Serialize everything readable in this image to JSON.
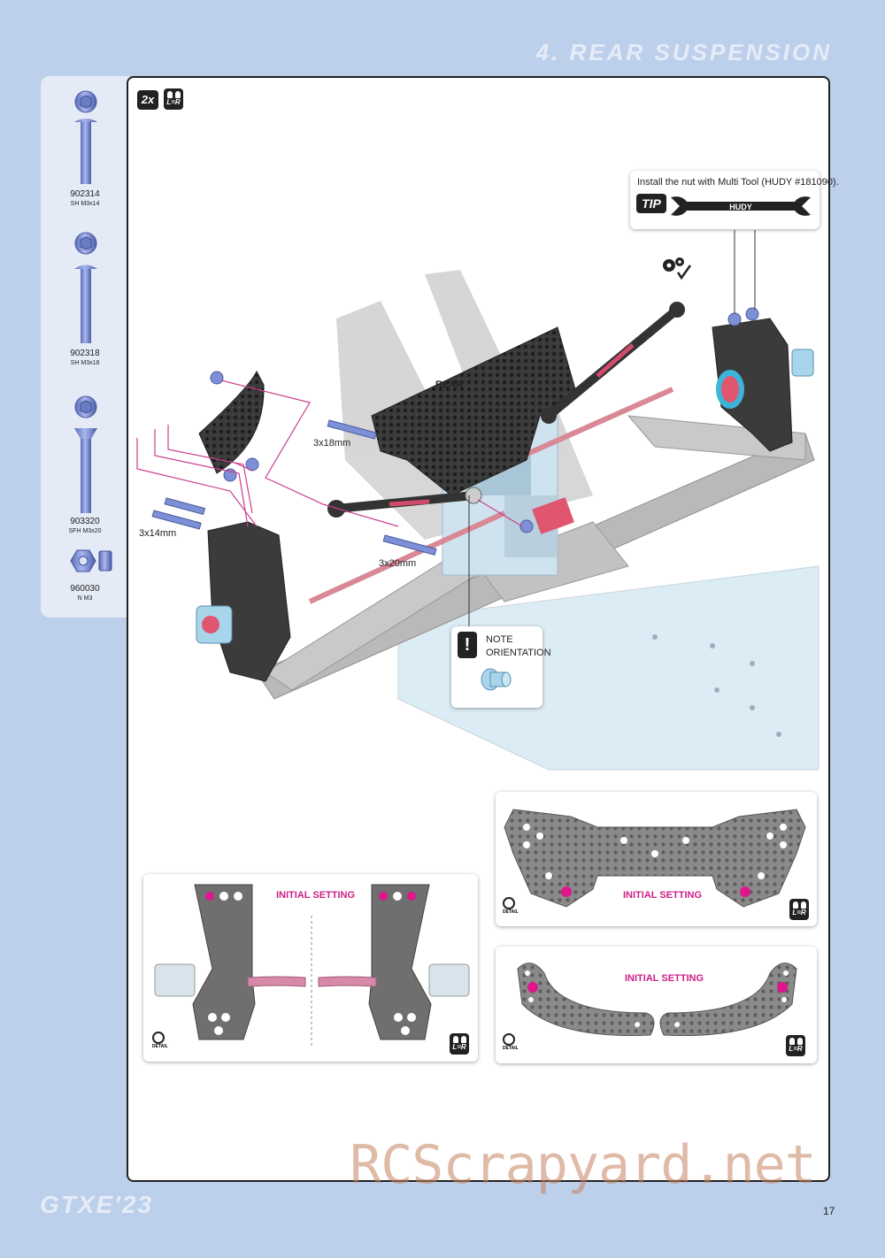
{
  "header": {
    "section_title": "4. REAR SUSPENSION"
  },
  "parts": [
    {
      "code": "902314",
      "desc": "SH M3x14"
    },
    {
      "code": "902318",
      "desc": "SH M3x18"
    },
    {
      "code": "903320",
      "desc": "SFH M3x20"
    },
    {
      "code": "960030",
      "desc": "N M3"
    }
  ],
  "step": {
    "quantity_badge": "2x",
    "lr_badge": "L=R"
  },
  "tip": {
    "label": "TIP",
    "text": "Install the nut with Multi Tool (HUDY #181090).",
    "tool_brand": "HUDY"
  },
  "diagram": {
    "rear_label": "REAR",
    "screw_labels": [
      "3x18mm",
      "3x14mm",
      "3x20mm"
    ]
  },
  "note": {
    "line1": "NOTE",
    "line2": "ORIENTATION"
  },
  "details": {
    "initial_setting": "INITIAL SETTING",
    "detail_label": "DETAIL",
    "lr_label": "L=R"
  },
  "footer": {
    "brand": "GTXE'23",
    "page_number": "17",
    "watermark": "RCScrapyard.net"
  },
  "colors": {
    "page_bg": "#bccfeb",
    "accent_magenta": "#cc1f88",
    "hardware_blue": "#7d90d6",
    "carbon": "#3a3a3a"
  }
}
